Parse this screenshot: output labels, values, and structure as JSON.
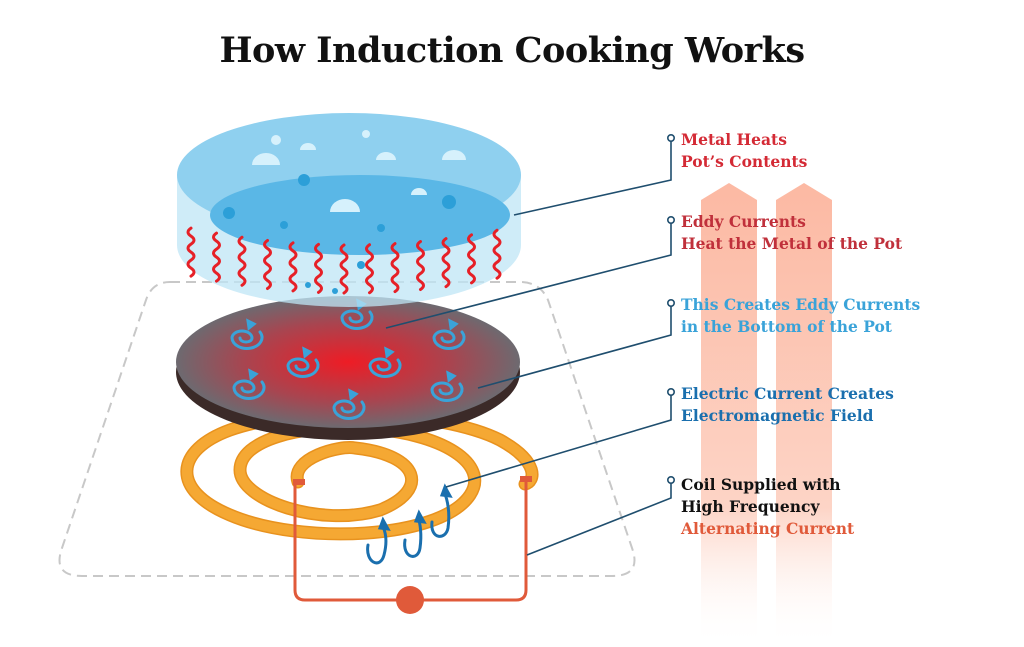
{
  "title": "How Induction Cooking Works",
  "colors": {
    "red_label": "#d42a35",
    "dark_red_label": "#c0303b",
    "light_blue_label": "#3aa3d9",
    "dark_blue_label": "#1a6fae",
    "black_label": "#111111",
    "orange_label": "#e05a3a",
    "coil": "#f5a833",
    "wire": "#e05a3a",
    "water": "#8fd0ef",
    "pan": "#5e7378",
    "heat_arrow": "#fcc1ad",
    "leader_line": "#1f4e6e"
  },
  "labels": [
    {
      "id": "metal-heats",
      "lines": [
        "Metal Heats",
        "Pot’s Contents"
      ]
    },
    {
      "id": "eddy-heat",
      "lines": [
        "Eddy Currents",
        "Heat the Metal of the Pot"
      ]
    },
    {
      "id": "creates-eddy",
      "lines": [
        "This Creates Eddy Currents",
        "in the Bottom of the Pot"
      ]
    },
    {
      "id": "em-field",
      "lines": [
        "Electric Current Creates",
        "Electromagnetic Field"
      ]
    },
    {
      "id": "coil-supplied",
      "lines": [
        "Coil Supplied with",
        "High Frequency",
        "Alternating Current"
      ]
    }
  ],
  "icons": {
    "pot": "pot-with-water-icon",
    "pan_bottom": "pan-bottom-icon",
    "coil": "induction-coil-icon",
    "power_source": "ac-source-icon",
    "heat_arrows": "heat-rising-arrows-icon"
  }
}
